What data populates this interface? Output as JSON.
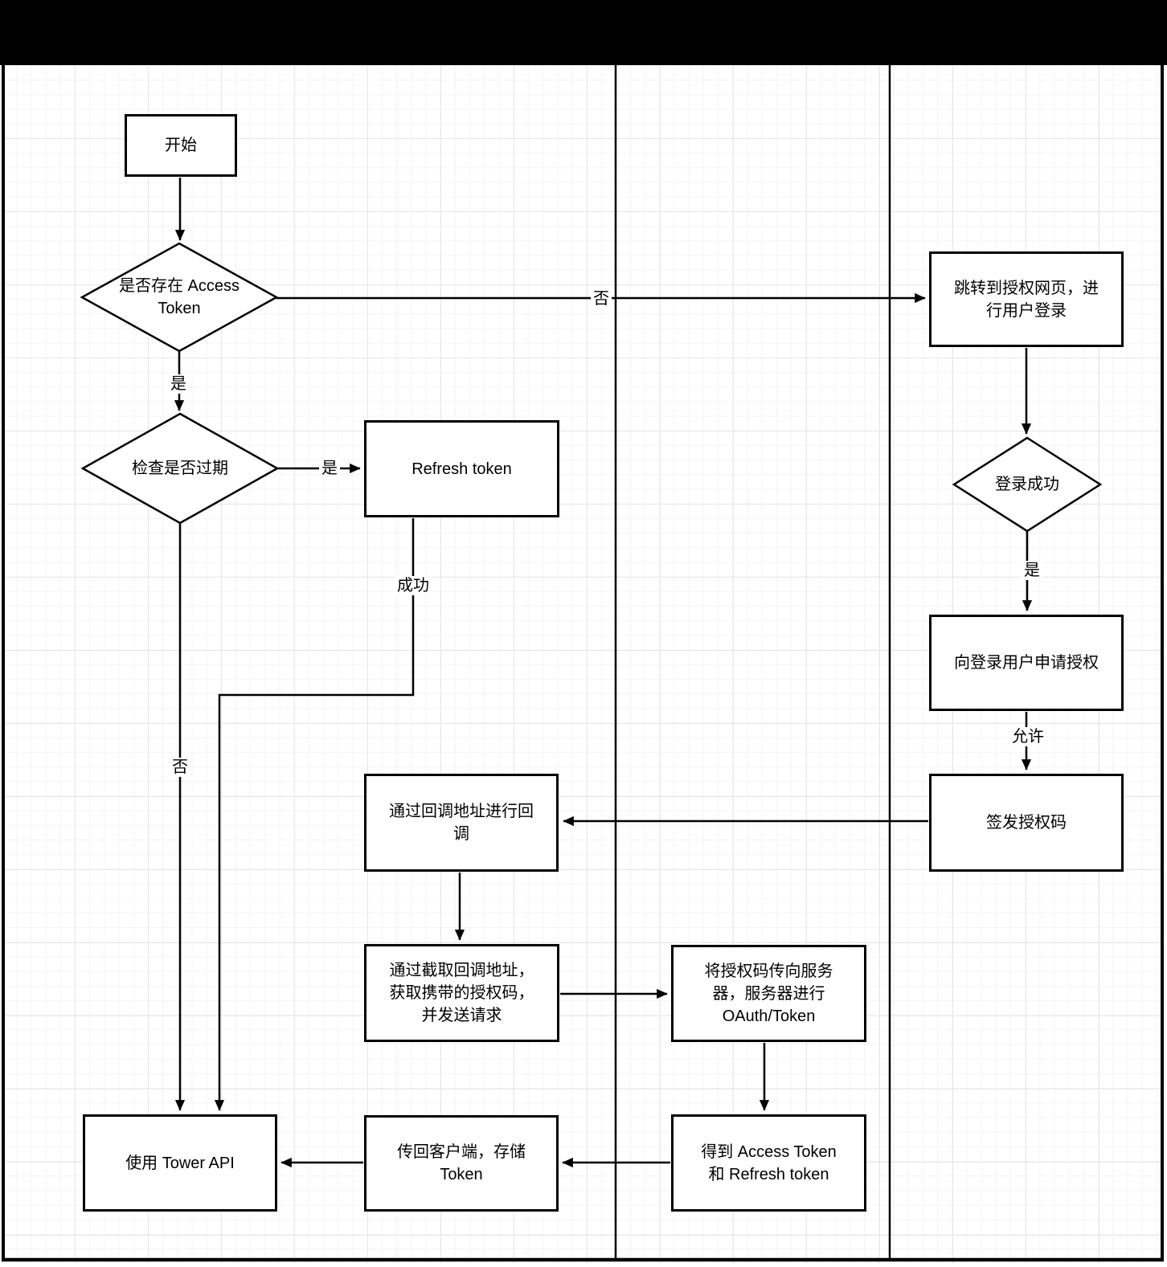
{
  "nodes": {
    "start": {
      "label": "开始",
      "shape": "rect"
    },
    "has_access_token": {
      "label": "是否存在 Access\nToken",
      "shape": "diamond"
    },
    "goto_auth_page": {
      "label": "跳转到授权网页，进\n行用户登录",
      "shape": "rect"
    },
    "check_expired": {
      "label": "检查是否过期",
      "shape": "diamond"
    },
    "refresh_token": {
      "label": "Refresh token",
      "shape": "rect"
    },
    "login_success": {
      "label": "登录成功",
      "shape": "diamond"
    },
    "request_auth": {
      "label": "向登录用户申请授权",
      "shape": "rect"
    },
    "issue_auth_code": {
      "label": "签发授权码",
      "shape": "rect"
    },
    "callback_via_url": {
      "label": "通过回调地址进行回\n调",
      "shape": "rect"
    },
    "intercept_callback": {
      "label": "通过截取回调地址，\n获取携带的授权码，\n并发送请求",
      "shape": "rect"
    },
    "send_code_to_server": {
      "label": "将授权码传向服务\n器，服务器进行\nOAuth/Token",
      "shape": "rect"
    },
    "get_tokens": {
      "label": "得到 Access Token\n和 Refresh token",
      "shape": "rect"
    },
    "store_token": {
      "label": "传回客户端，存储\nToken",
      "shape": "rect"
    },
    "use_tower_api": {
      "label": "使用 Tower API",
      "shape": "rect"
    }
  },
  "edge_labels": {
    "token_no": "否",
    "token_yes": "是",
    "expired_yes": "是",
    "expired_no": "否",
    "refresh_success": "成功",
    "login_yes": "是",
    "allow": "允许"
  },
  "colors": {
    "line": "#000000",
    "node_fill": "#ffffff",
    "node_border": "#000000",
    "topbar": "#000000",
    "grid_minor": "#f4f4f4",
    "grid_major": "#e7e7e7"
  }
}
